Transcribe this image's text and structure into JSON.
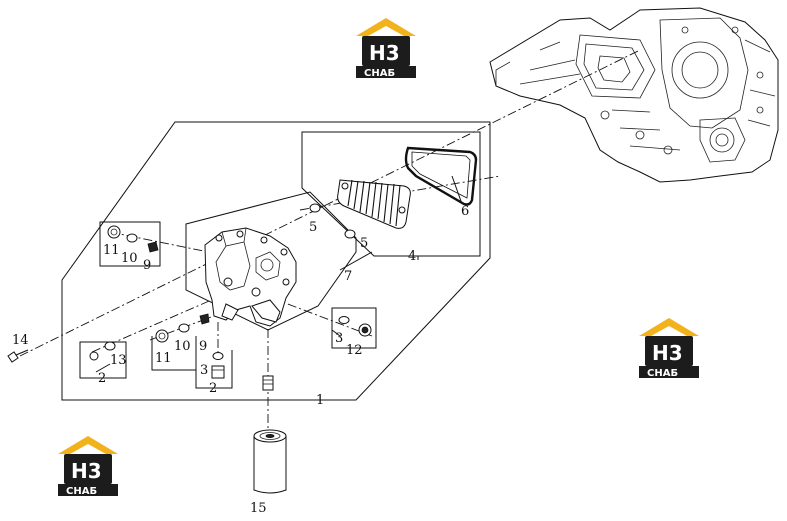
{
  "diagram": {
    "callouts": [
      {
        "id": "c1",
        "text": "1"
      },
      {
        "id": "c4",
        "text": "4"
      },
      {
        "id": "c5a",
        "text": "5"
      },
      {
        "id": "c5b",
        "text": "5"
      },
      {
        "id": "c6",
        "text": "6"
      },
      {
        "id": "c7",
        "text": "7"
      },
      {
        "id": "c9a",
        "text": "9"
      },
      {
        "id": "c10a",
        "text": "10"
      },
      {
        "id": "c11a",
        "text": "11"
      },
      {
        "id": "c9b",
        "text": "9"
      },
      {
        "id": "c10b",
        "text": "10"
      },
      {
        "id": "c11b",
        "text": "11"
      },
      {
        "id": "c2a",
        "text": "2"
      },
      {
        "id": "c13",
        "text": "13"
      },
      {
        "id": "c3a",
        "text": "3"
      },
      {
        "id": "c2b",
        "text": "2"
      },
      {
        "id": "c3b",
        "text": "3"
      },
      {
        "id": "c12",
        "text": "12"
      },
      {
        "id": "c14",
        "text": "14"
      },
      {
        "id": "c15",
        "text": "15"
      }
    ]
  },
  "watermark": {
    "logo_text_top": "H3",
    "logo_text_bottom": "CHAБ",
    "colors": {
      "roof": "#f2b21b",
      "box": "#1c1c1c",
      "text": "#ffffff"
    }
  }
}
